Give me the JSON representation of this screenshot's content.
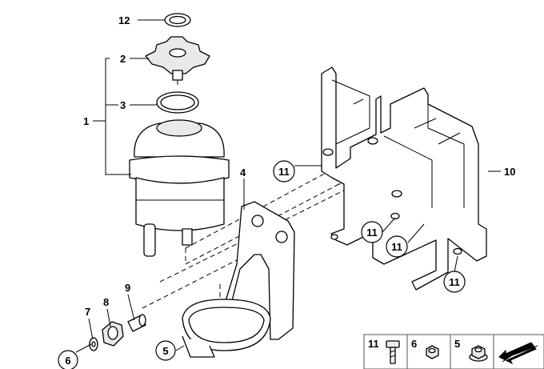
{
  "callouts": {
    "c1": "1",
    "c2": "2",
    "c3": "3",
    "c4": "4",
    "c5": "5",
    "c6": "6",
    "c7": "7",
    "c8": "8",
    "c9": "9",
    "c10": "10",
    "c11a": "11",
    "c11b": "11",
    "c11c": "11",
    "c11d": "11",
    "c12": "12"
  },
  "legend": {
    "items": [
      {
        "label": "11",
        "icon": "hex-bolt-icon"
      },
      {
        "label": "6",
        "icon": "hex-nut-icon"
      },
      {
        "label": "5",
        "icon": "flange-nut-icon"
      }
    ],
    "arrow_icon": "navigation-arrow-icon"
  }
}
